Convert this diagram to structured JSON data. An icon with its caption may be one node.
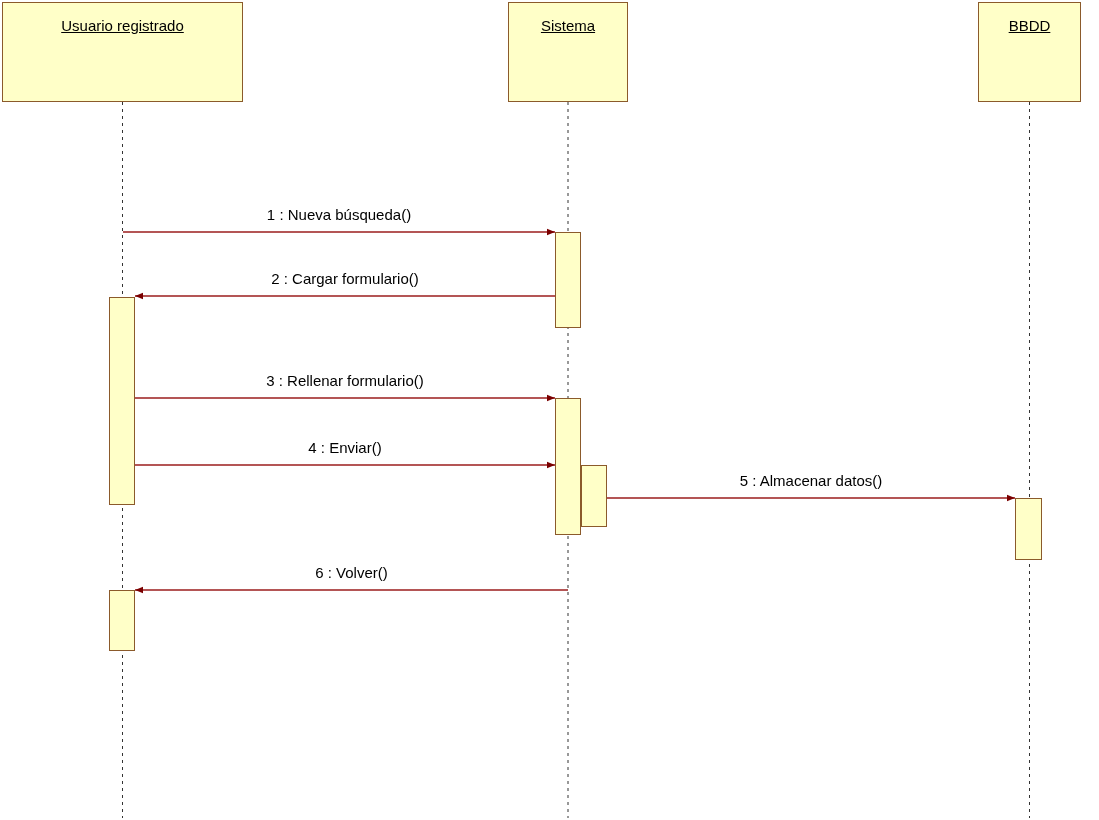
{
  "diagram": {
    "nodes": [
      {
        "text": [
          "Usuario registrado"
        ]
      },
      {
        "text": [
          "Sistema"
        ]
      },
      {
        "text": [
          "BBDD"
        ]
      },
      {
        "text": [],
        "shape": "bar"
      },
      {
        "text": [],
        "shape": "bar"
      },
      {
        "text": [],
        "shape": "bar"
      },
      {
        "text": [],
        "shape": "bar"
      },
      {
        "text": [],
        "shape": "bar"
      },
      {
        "text": [],
        "shape": "bar"
      }
    ],
    "edges": [
      {
        "from": null,
        "to": 3,
        "arrow": "to",
        "label": "1 : Nueva búsqueda()"
      },
      {
        "from": 3,
        "to": 4,
        "arrow": "to",
        "label": "2 : Cargar formulario()"
      },
      {
        "from": 4,
        "to": 5,
        "arrow": "to",
        "label": "3 : Rellenar formulario()"
      },
      {
        "from": 4,
        "to": 5,
        "arrow": "to",
        "label": "4 : Enviar()"
      },
      {
        "from": 6,
        "to": 7,
        "arrow": "to",
        "label": "5 : Almacenar datos()"
      },
      {
        "from": null,
        "to": 8,
        "arrow": "to",
        "label": "6 : Volver()"
      }
    ]
  }
}
